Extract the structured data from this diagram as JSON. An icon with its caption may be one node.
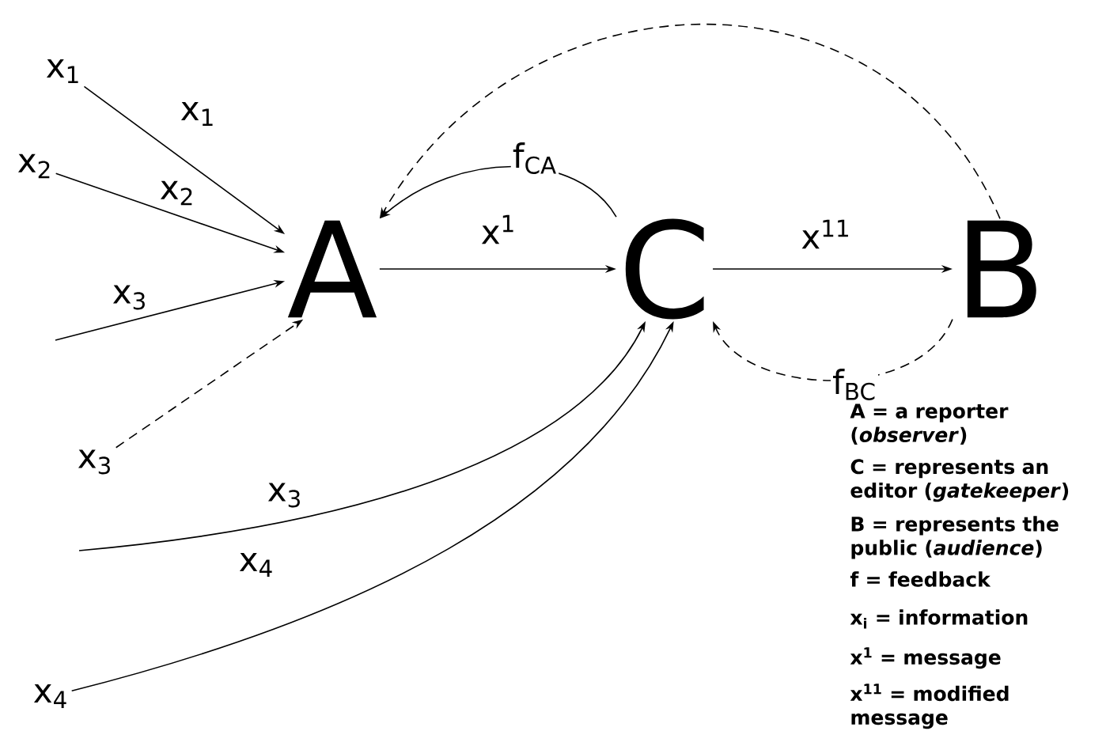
{
  "diagram": {
    "nodes": [
      {
        "text": [
          "x$_{1}$"
        ]
      },
      {
        "text": [
          "x$_{2}$"
        ]
      },
      {
        "text": [
          "A"
        ]
      },
      {
        "text": [
          "C"
        ]
      },
      {
        "text": [
          "B"
        ]
      },
      {
        "text": [
          "x$_{3}$"
        ]
      },
      {
        "text": [
          "x$_{4}$"
        ]
      }
    ],
    "edges": [
      {
        "from": 0,
        "to": 2,
        "arrow": "to",
        "label": "x$_{1}$"
      },
      {
        "from": 1,
        "to": 2,
        "arrow": "to",
        "label": "x$_{2}$"
      },
      {
        "from": null,
        "to": 2,
        "arrow": "to",
        "label": "x$_{3}$"
      },
      {
        "from": 5,
        "to": 2,
        "arrow": "to",
        "style": "dashed"
      },
      {
        "from": 2,
        "to": 3,
        "arrow": "to",
        "label": "x$^{1}$"
      },
      {
        "from": 3,
        "to": 2,
        "arrow": "to",
        "label": "f$_{CA}$"
      },
      {
        "from": 4,
        "to": 2,
        "arrow": "to",
        "style": "dashed"
      },
      {
        "from": 3,
        "to": 4,
        "arrow": "to",
        "label": "x$^{11}$"
      },
      {
        "from": 4,
        "to": 3,
        "arrow": "to",
        "style": "dashed",
        "label": "f$_{BC}$"
      },
      {
        "from": null,
        "to": 3,
        "arrow": "to",
        "label": "x$_{3}$"
      },
      {
        "from": 6,
        "to": 3,
        "arrow": "to",
        "label": "x$_{4}$"
      }
    ],
    "labels": [
      "A = a reporter (*observer*)",
      "C = represents an editor (*gatekeeper*)",
      "B = represents the public (*audience*)",
      "f = feedback",
      "x$_{i}$ = information",
      "x$^{1}$ = message",
      "x$^{11}$ = modified message"
    ]
  }
}
